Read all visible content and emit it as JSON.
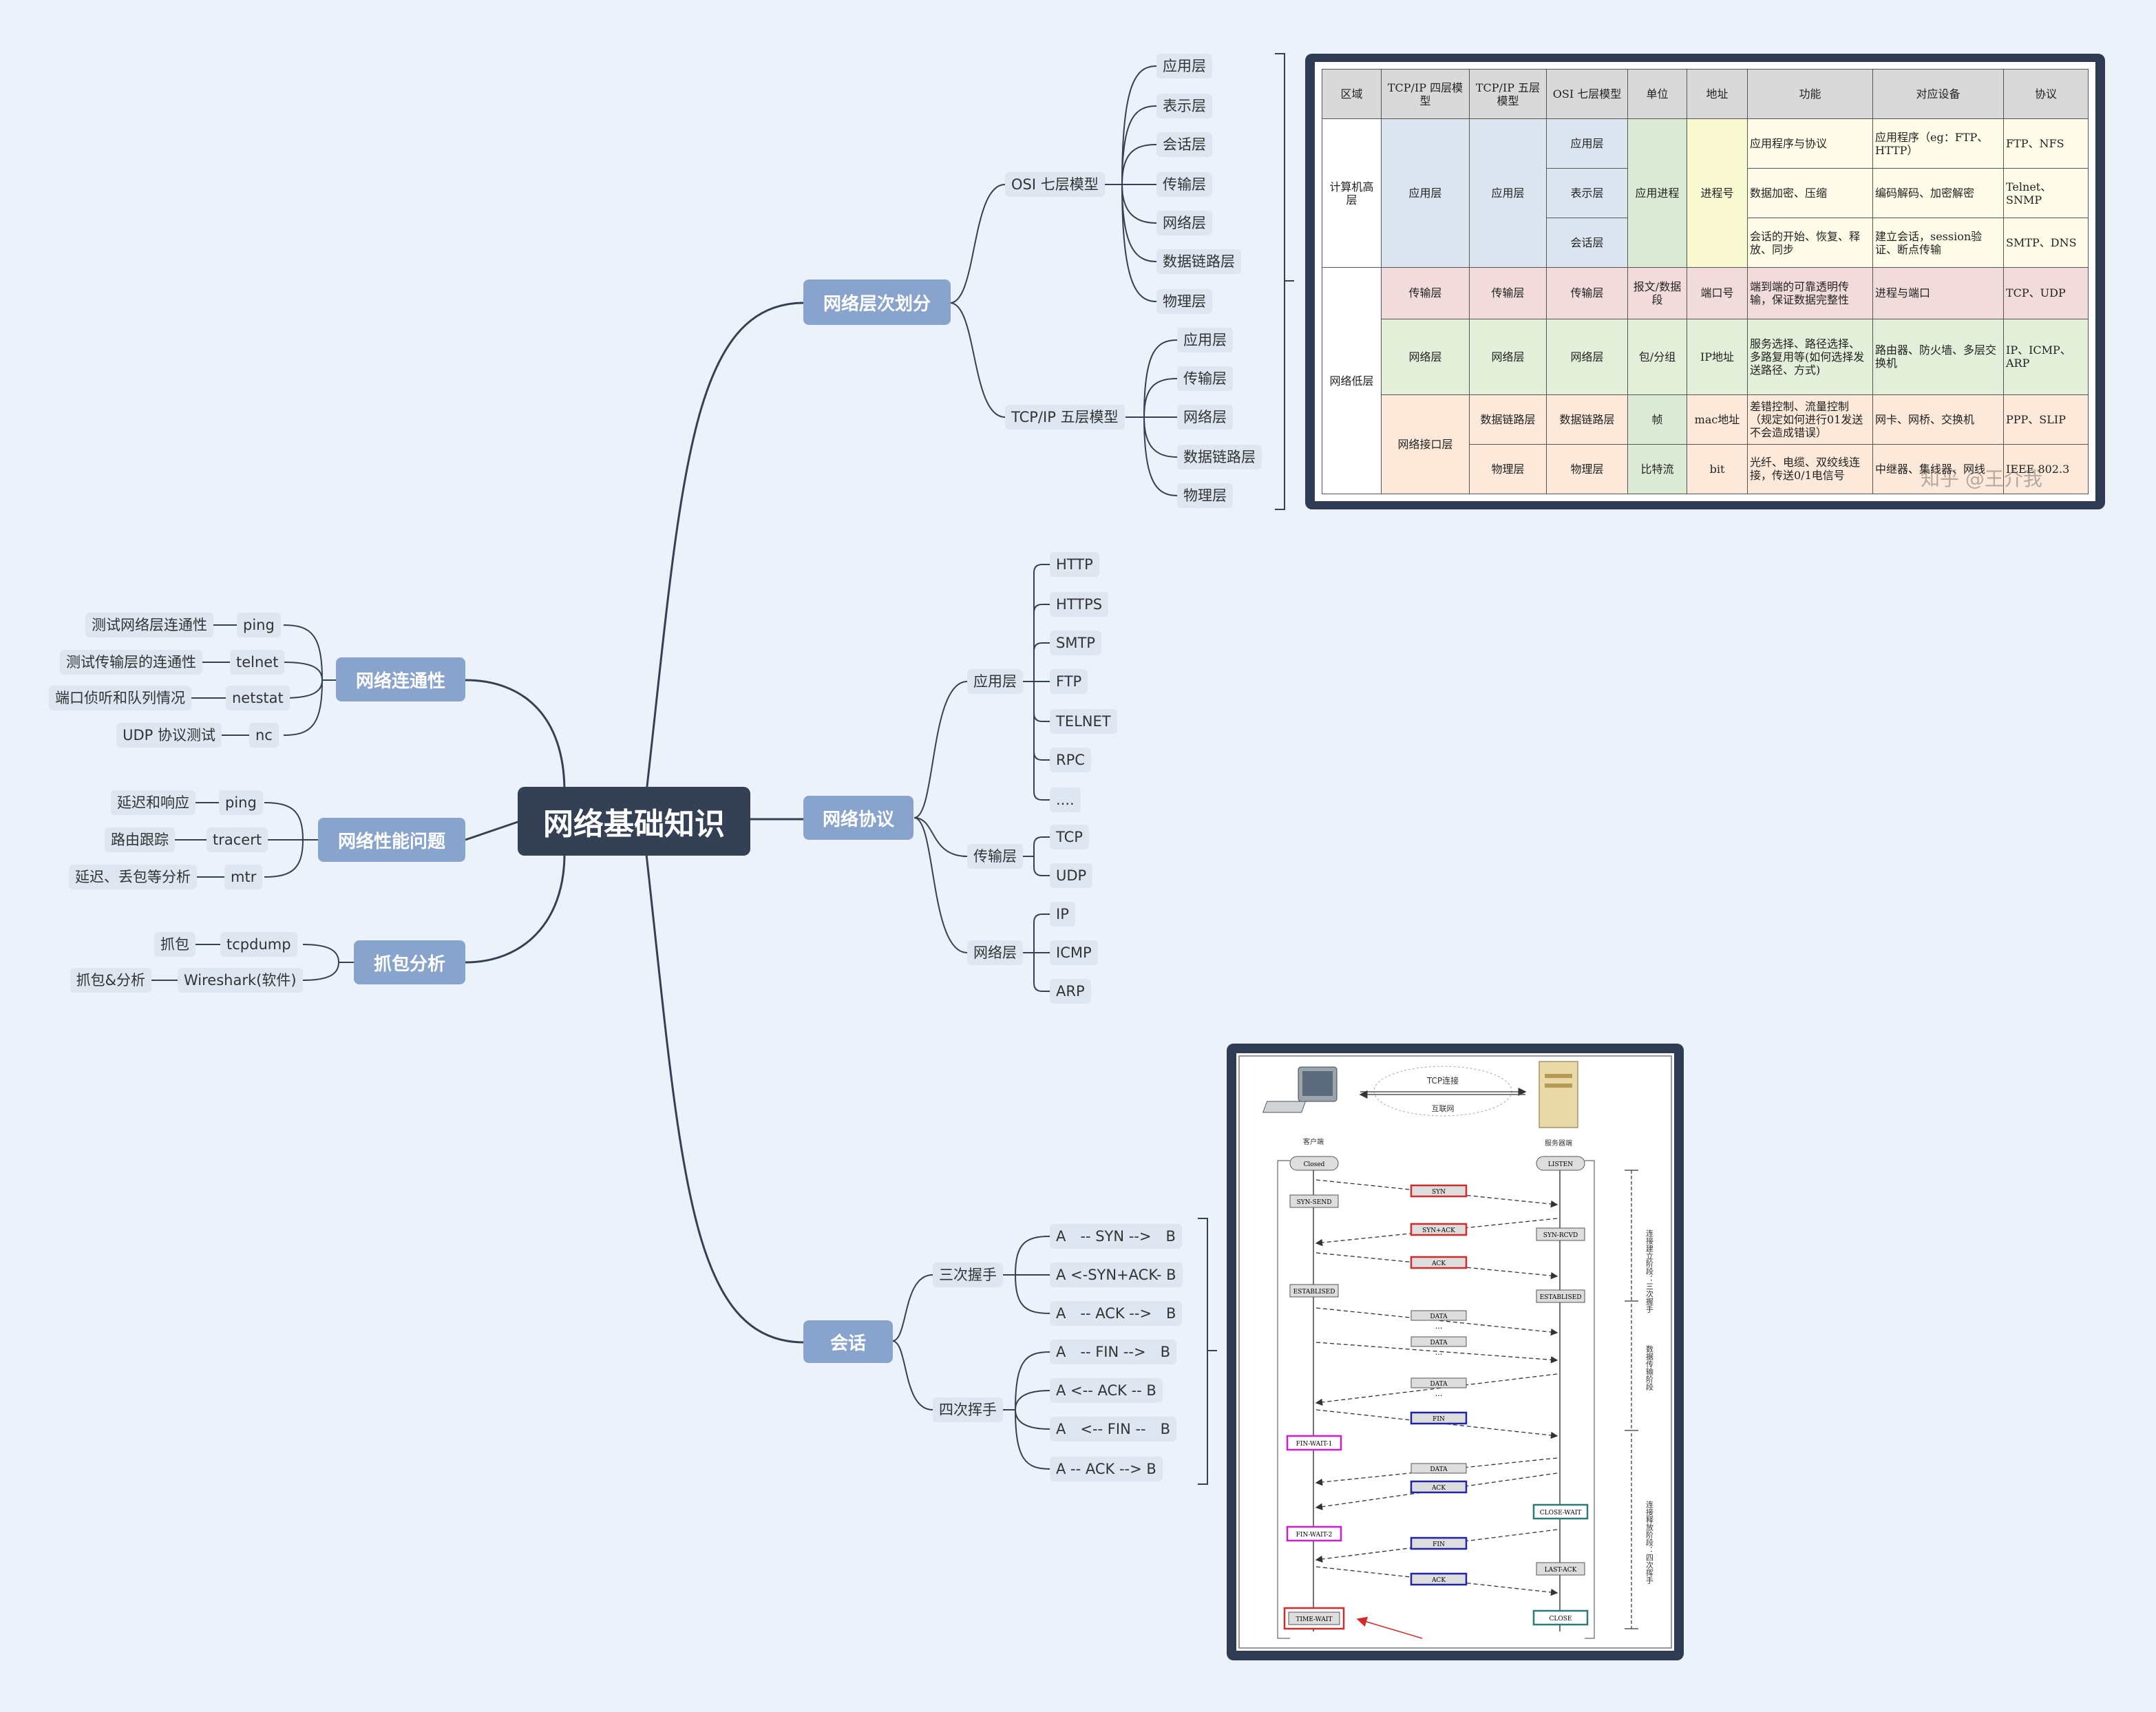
{
  "root": {
    "label": "网络基础知识"
  },
  "branches": {
    "layers": {
      "label": "网络层次划分",
      "osi": {
        "label": "OSI 七层模型",
        "items": [
          "应用层",
          "表示层",
          "会话层",
          "传输层",
          "网络层",
          "数据链路层",
          "物理层"
        ]
      },
      "tcpip": {
        "label": "TCP/IP 五层模型",
        "items": [
          "应用层",
          "传输层",
          "网络层",
          "数据链路层",
          "物理层"
        ]
      }
    },
    "protocols": {
      "label": "网络协议",
      "app": {
        "label": "应用层",
        "items": [
          "HTTP",
          "HTTPS",
          "SMTP",
          "FTP",
          "TELNET",
          "RPC",
          "...."
        ]
      },
      "transport": {
        "label": "传输层",
        "items": [
          "TCP",
          "UDP"
        ]
      },
      "network": {
        "label": "网络层",
        "items": [
          "IP",
          "ICMP",
          "ARP"
        ]
      }
    },
    "session": {
      "label": "会话",
      "handshake": {
        "label": "三次握手",
        "items": [
          "A　-- SYN -->　B",
          "A <-SYN+ACK- B",
          "A　-- ACK -->　B"
        ]
      },
      "wave": {
        "label": "四次挥手",
        "items": [
          "A　-- FIN -->　B",
          "A <-- ACK -- B",
          "A　<-- FIN --　B",
          "A -- ACK --> B"
        ]
      }
    },
    "connectivity": {
      "label": "网络连通性",
      "tools": [
        {
          "name": "ping",
          "desc": "测试网络层连通性"
        },
        {
          "name": "telnet",
          "desc": "测试传输层的连通性"
        },
        {
          "name": "netstat",
          "desc": "端口侦听和队列情况"
        },
        {
          "name": "nc",
          "desc": "UDP 协议测试"
        }
      ]
    },
    "performance": {
      "label": "网络性能问题",
      "tools": [
        {
          "name": "ping",
          "desc": "延迟和响应"
        },
        {
          "name": "tracert",
          "desc": "路由跟踪"
        },
        {
          "name": "mtr",
          "desc": "延迟、丢包等分析"
        }
      ]
    },
    "capture": {
      "label": "抓包分析",
      "tools": [
        {
          "name": "tcpdump",
          "desc": "抓包"
        },
        {
          "name": "Wireshark(软件)",
          "desc": "抓包&分析"
        }
      ]
    }
  },
  "osi_table": {
    "headers": [
      "区域",
      "TCP/IP 四层模型",
      "TCP/IP 五层模型",
      "OSI 七层模型",
      "单位",
      "地址",
      "功能",
      "对应设备",
      "协议"
    ],
    "region_high": "计算机高层",
    "region_low": "网络低层",
    "app_layer": "应用层",
    "osi_app": "应用层",
    "osi_pres": "表示层",
    "osi_sess": "会话层",
    "unit_app": "应用进程",
    "addr_app": "进程号",
    "func_app": "应用程序与协议",
    "func_pres": "数据加密、压缩",
    "func_sess": "会话的开始、恢复、释放、同步",
    "dev_app": "应用程序（eg：FTP、HTTP）",
    "dev_pres": "编码解码、加密解密",
    "dev_sess": "建立会话，session验证、断点传输",
    "proto_app": "FTP、NFS",
    "proto_pres": "Telnet、SNMP",
    "proto_sess": "SMTP、DNS",
    "transport": "传输层",
    "unit_trans": "报文/数据段",
    "addr_trans": "端口号",
    "func_trans": "端到端的可靠透明传输，保证数据完整性",
    "dev_trans": "进程与端口",
    "proto_trans": "TCP、UDP",
    "network": "网络层",
    "unit_net": "包/分组",
    "addr_net": "IP地址",
    "func_net": "服务选择、路径选择、多路复用等(如何选择发送路径、方式)",
    "dev_net": "路由器、防火墙、多层交换机",
    "proto_net": "IP、ICMP、ARP",
    "netif": "网络接口层",
    "datalink": "数据链路层",
    "unit_dl": "帧",
    "addr_dl": "mac地址",
    "func_dl": "差错控制、流量控制（规定如何进行01发送不会造成错误）",
    "dev_dl": "网卡、网桥、交换机",
    "proto_dl": "PPP、SLIP",
    "physical": "物理层",
    "unit_ph": "比特流",
    "addr_ph": "bit",
    "func_ph": "光纤、电缆、双绞线连接，传送0/1电信号",
    "dev_ph": "中继器、集线器、网线",
    "proto_ph": "IEEE 802.3",
    "watermark": "知乎 @王介我"
  },
  "tcp_diagram": {
    "title": "TCP连接",
    "internet": "互联网",
    "client": "客户端",
    "server": "服务器端",
    "states": {
      "closed": "Closed",
      "listen": "LISTEN",
      "syn_send": "SYN-SEND",
      "syn_rcvd": "SYN-RCVD",
      "est_c": "ESTABLISED",
      "est_s": "ESTABLISED",
      "fin_wait1": "FIN-WAIT-1",
      "close_wait": "CLOSE-WAIT",
      "fin_wait2": "FIN-WAIT-2",
      "last_ack": "LAST-ACK",
      "time_wait": "TIME-WAIT",
      "close": "CLOSE"
    },
    "msgs": {
      "syn": "SYN",
      "synack": "SYN+ACK",
      "ack1": "ACK",
      "data1": "DATA",
      "dots1": "...",
      "data2": "DATA",
      "dots2": "...",
      "data3": "DATA",
      "dots3": "...",
      "fin1": "FIN",
      "data4": "DATA",
      "ack2": "ACK",
      "fin2": "FIN",
      "ack3": "ACK"
    },
    "phases": {
      "p1": "连接建立阶段：三次握手",
      "p2": "数据传输阶段",
      "p3": "连接释放阶段：四次挥手"
    }
  },
  "colors": {
    "root": "#344054",
    "main": "#88a3cc",
    "sub": "#dde6f1",
    "line": "#344054",
    "panel": "#2f3b52",
    "red": "#d62a2a",
    "blue": "#2222aa",
    "magenta": "#d21cd2",
    "teal": "#2a7a7a"
  }
}
